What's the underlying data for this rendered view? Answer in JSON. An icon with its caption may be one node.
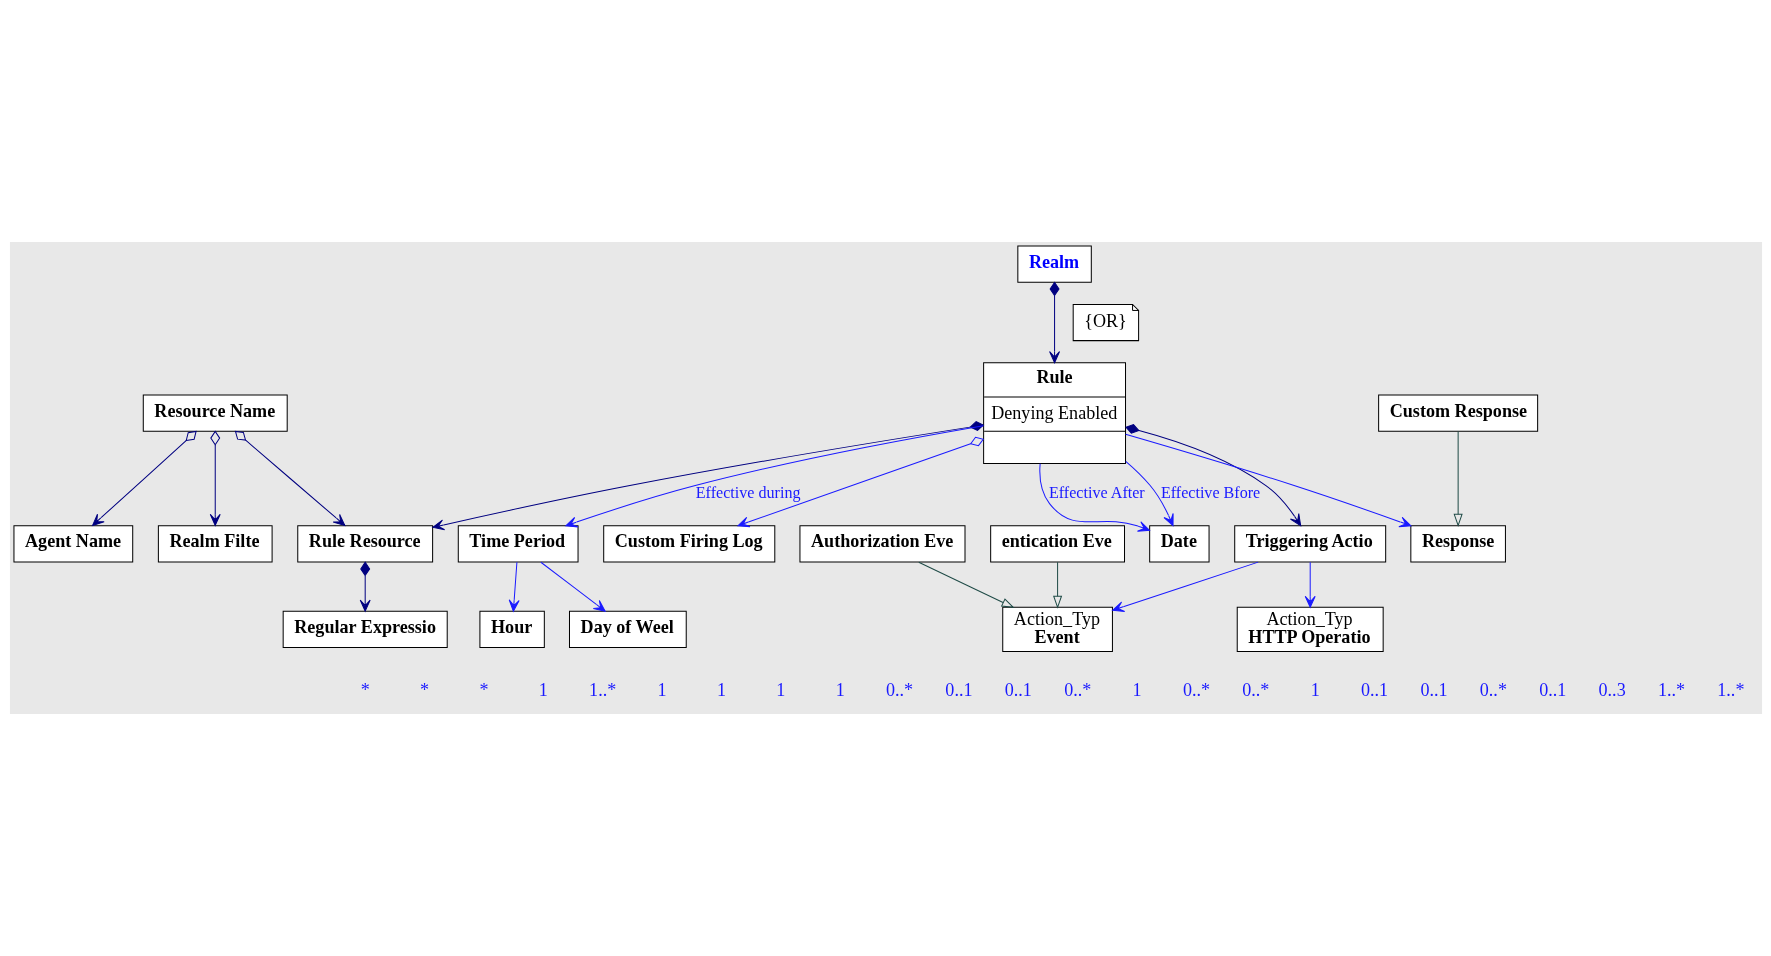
{
  "diagram": {
    "nodes": [
      {
        "text": [
          "Resource Name"
        ]
      },
      {
        "text": [
          "Agent Name"
        ]
      },
      {
        "text": [
          "Realm Filte"
        ]
      },
      {
        "text": [
          "Rule Resource"
        ]
      },
      {
        "text": [
          "Regular Expressio"
        ]
      },
      {
        "text": [
          "Realm"
        ]
      },
      {
        "text": [
          "Rule",
          "Denying Enabled"
        ]
      },
      {
        "text": [
          "Date"
        ]
      },
      {
        "text": [
          "Triggering Actio"
        ]
      },
      {
        "text": [
          "{OR}"
        ]
      },
      {
        "text": [
          "Response"
        ]
      },
      {
        "text": [
          "Time Period"
        ]
      },
      {
        "text": [
          "Custom Firing Log"
        ]
      },
      {
        "text": [
          "Action_Typ",
          "Event"
        ]
      },
      {
        "text": [
          "Action_Typ",
          "HTTP Operatio"
        ]
      },
      {
        "text": [
          "Custom Response"
        ]
      },
      {
        "text": [
          "Day of Weel"
        ]
      },
      {
        "text": [
          "Hour"
        ]
      },
      {
        "text": [
          "entication Eve"
        ]
      },
      {
        "text": [
          "Authorization Eve"
        ]
      }
    ],
    "edges": [
      {
        "from": 0,
        "to": 1,
        "arrow": "to",
        "color": "#000080"
      },
      {
        "from": 0,
        "to": 2,
        "arrow": "to",
        "color": "#000080"
      },
      {
        "from": 0,
        "to": 3,
        "arrow": "to",
        "color": "#000080"
      },
      {
        "from": 5,
        "to": 6,
        "arrow": "to",
        "color": "#000080"
      },
      {
        "from": 6,
        "to": 3,
        "arrow": "to",
        "color": "#000080"
      },
      {
        "from": 3,
        "to": 4,
        "arrow": "to",
        "color": "#000080"
      },
      {
        "from": 6,
        "to": 7,
        "arrow": "to",
        "label": "Effective Bfore"
      },
      {
        "from": 6,
        "to": 7,
        "arrow": "to",
        "label": "Effective After"
      },
      {
        "from": 6,
        "to": 12,
        "arrow": "to"
      },
      {
        "from": 6,
        "to": 8,
        "arrow": "to",
        "color": "#000080"
      },
      {
        "from": 6,
        "to": 10,
        "arrow": "to"
      },
      {
        "from": 6,
        "to": 11,
        "arrow": "to",
        "label": "Effective during"
      },
      {
        "from": 8,
        "to": 13,
        "arrow": "to"
      },
      {
        "from": 8,
        "to": 14,
        "arrow": "to"
      },
      {
        "from": 15,
        "to": 10,
        "arrow": "to",
        "color": "#1e4a46"
      },
      {
        "from": 18,
        "to": 13,
        "arrow": "to",
        "color": "#1e4a46"
      },
      {
        "from": 19,
        "to": 13,
        "arrow": "to",
        "color": "#1e4a46"
      },
      {
        "from": 11,
        "to": 16,
        "arrow": "to"
      },
      {
        "from": 11,
        "to": 17,
        "arrow": "to"
      }
    ],
    "labels": [
      "*",
      "*",
      "*",
      "1",
      "1..*",
      "1",
      "1",
      "1",
      "1",
      "0..*",
      "0..1",
      "0..1",
      "0..*",
      "1",
      "0..*",
      "0..*",
      "1",
      "0..1",
      "0..1",
      "0..*",
      "0..1",
      "0..3",
      "1..*",
      "1..*"
    ]
  }
}
